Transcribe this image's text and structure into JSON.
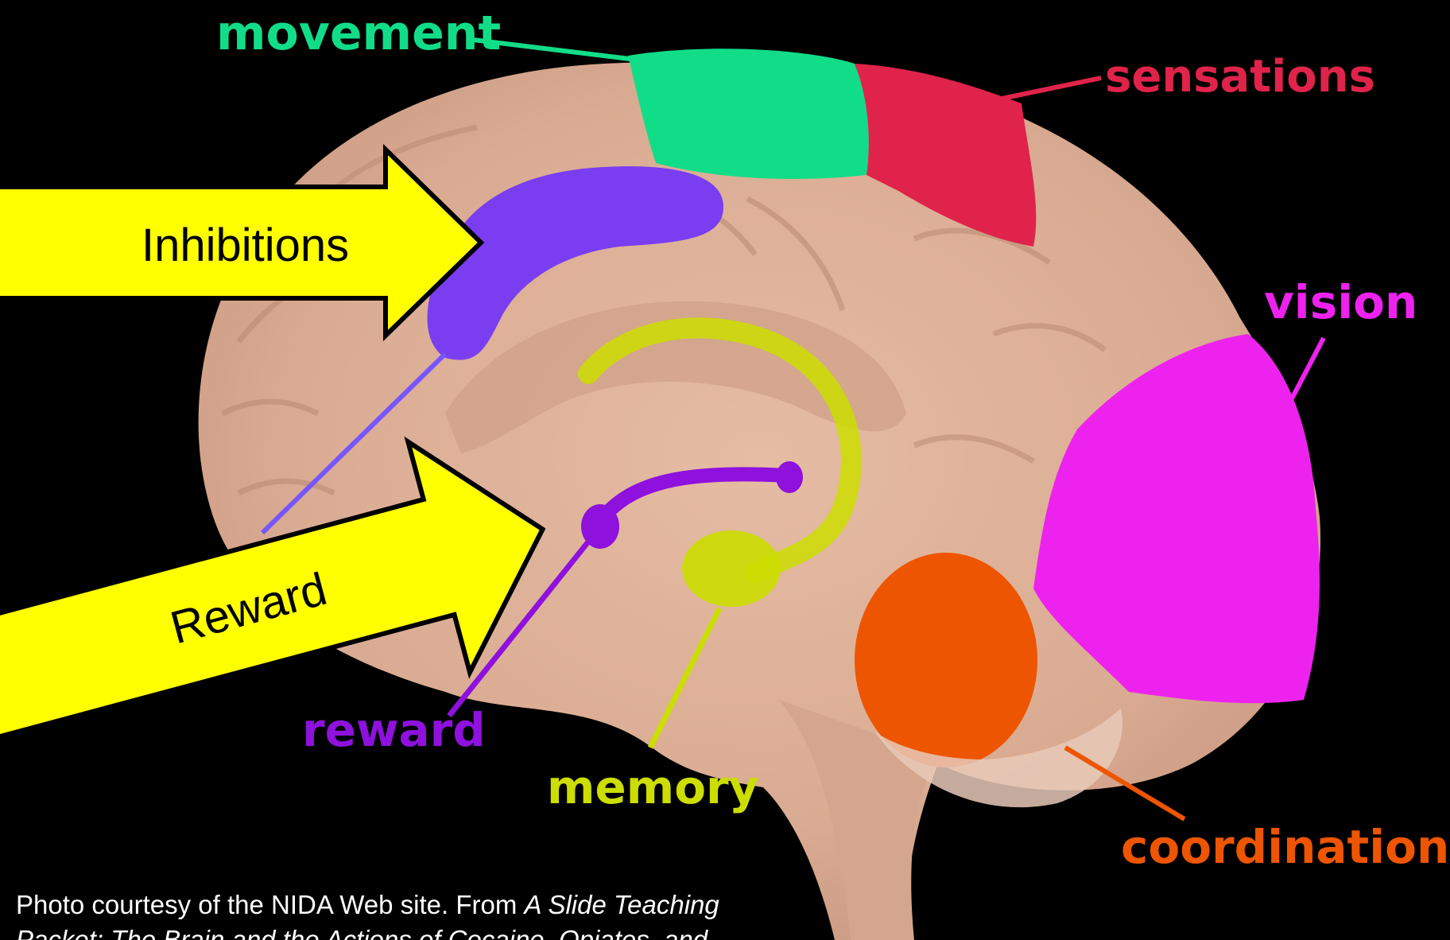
{
  "colors": {
    "background": "#000000",
    "brain": "#ddb199",
    "movement": "#11dd88",
    "sensations": "#e0234a",
    "vision": "#ee22ee",
    "coordination": "#ee5500",
    "reward": "#8e11dd",
    "memory": "#ccdd00",
    "inhibitions_region": "#7a3df0",
    "arrow_fill": "#ffff00"
  },
  "region_labels": {
    "movement": "movement",
    "sensations": "sensations",
    "vision": "vision",
    "coordination": "coordination",
    "reward": "reward",
    "memory": "memory"
  },
  "arrows": {
    "inhibitions": "Inhibitions",
    "reward": "Reward"
  },
  "caption": {
    "prefix": "Photo courtesy of the NIDA Web site. From ",
    "title_italic": "A Slide Teaching Packet: The Brain and the Actions of Cocaine, Opiates, and"
  }
}
